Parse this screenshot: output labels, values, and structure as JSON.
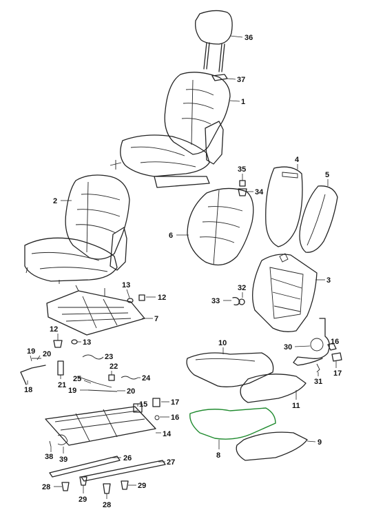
{
  "callouts": {
    "c1": "1",
    "c2": "2",
    "c3": "3",
    "c4": "4",
    "c5": "5",
    "c6": "6",
    "c7": "7",
    "c8": "8",
    "c9": "9",
    "c10": "10",
    "c11": "11",
    "c12a": "12",
    "c12b": "12",
    "c13a": "13",
    "c13b": "13",
    "c14": "14",
    "c15": "15",
    "c16a": "16",
    "c16b": "16",
    "c17a": "17",
    "c17b": "17",
    "c18": "18",
    "c19a": "19",
    "c19b": "19",
    "c20a": "20",
    "c20b": "20",
    "c21": "21",
    "c22": "22",
    "c23": "23",
    "c24": "24",
    "c25": "25",
    "c26": "26",
    "c27": "27",
    "c28a": "28",
    "c28b": "28",
    "c29a": "29",
    "c29b": "29",
    "c30": "30",
    "c31": "31",
    "c32": "32",
    "c33": "33",
    "c34": "34",
    "c35": "35",
    "c36": "36",
    "c37": "37",
    "c38": "38",
    "c39": "39"
  },
  "colors": {
    "line": "#222222",
    "highlight": "#1f8a2e",
    "background": "#ffffff"
  }
}
